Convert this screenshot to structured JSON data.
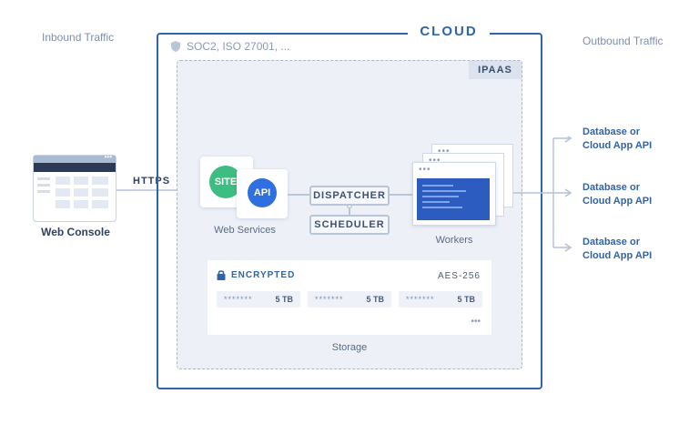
{
  "labels": {
    "inbound": "Inbound Traffic",
    "outbound": "Outbound Traffic",
    "https": "HTTPS",
    "web_console": "Web Console"
  },
  "cloud": {
    "title": "CLOUD",
    "compliance": "SOC2, ISO 27001, ..."
  },
  "ipaas": {
    "tag": "IPAAS",
    "web_services": {
      "site": "SITE",
      "api": "API",
      "label": "Web Services"
    },
    "dispatcher": "DISPATCHER",
    "scheduler": "SCHEDULER",
    "workers_label": "Workers",
    "storage": {
      "encrypted": "ENCRYPTED",
      "algorithm": "AES-256",
      "volumes": [
        {
          "mask": "*******",
          "size": "5 TB"
        },
        {
          "mask": "*******",
          "size": "5 TB"
        },
        {
          "mask": "*******",
          "size": "5 TB"
        }
      ],
      "more": "•••",
      "label": "Storage"
    }
  },
  "outbound_targets": [
    {
      "line1": "Database or",
      "line2": "Cloud App API"
    },
    {
      "line1": "Database or",
      "line2": "Cloud App API"
    },
    {
      "line1": "Database or",
      "line2": "Cloud App API"
    }
  ],
  "colors": {
    "primary": "#2f64a8",
    "site": "#3dbd82",
    "api": "#2f6fe0",
    "worker_screen": "#2d5cc0"
  },
  "icons": [
    "shield-icon",
    "lock-icon",
    "arrow-icon"
  ]
}
